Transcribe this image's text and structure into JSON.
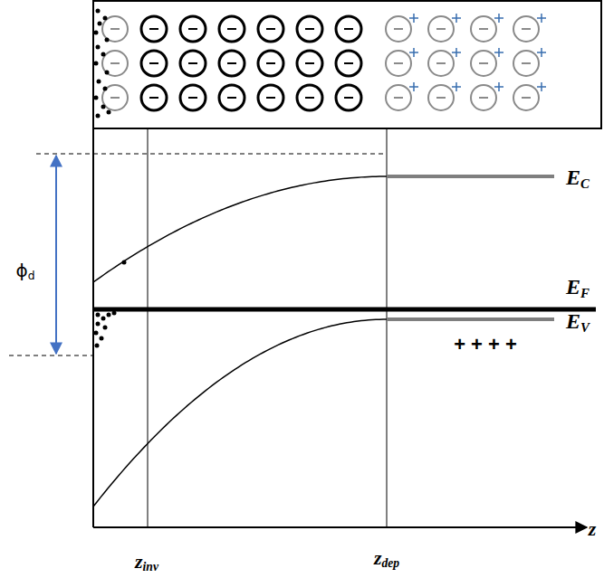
{
  "diagram": {
    "labels": [
      "ϕd",
      "EC",
      "EF",
      "EV",
      "+ + + +",
      "z",
      "zinv",
      "zdep"
    ]
  }
}
